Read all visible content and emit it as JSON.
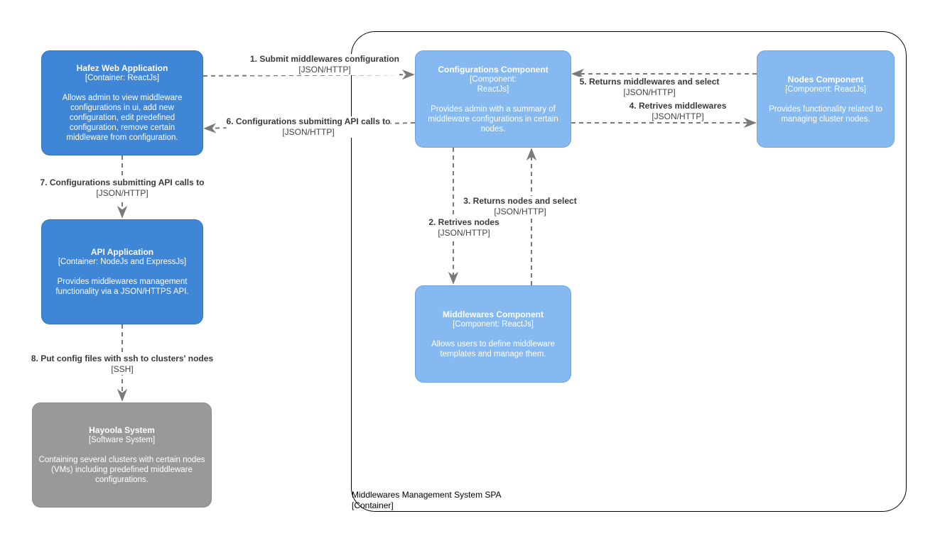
{
  "boundary": {
    "name": "Middlewares Management System SPA",
    "type": "[Container]"
  },
  "nodes": {
    "hafez": {
      "title": "Hafez Web Application",
      "type": "[Container: ReactJs]",
      "description": "Allows admin to view middleware configurations in ui, add new configuration, edit predefined configuration, remove certain middleware from configuration."
    },
    "api": {
      "title": "API Application",
      "type": "[Container: NodeJs and ExpressJs]",
      "description": "Provides middlewares management functionality via a JSON/HTTPS API."
    },
    "hayoola": {
      "title": "Hayoola System",
      "type": "[Software System]",
      "description": "Containing several clusters with certain nodes (VMs) including predefined middleware configurations."
    },
    "configurations": {
      "title": "Configurations Component",
      "type": "[Component: ReactJs]",
      "description": "Provides admin with a summary of middleware configurations in certain nodes."
    },
    "nodes_component": {
      "title": "Nodes Component",
      "type": "[Component: ReactJs]",
      "description": "Provides functionality related to managing cluster nodes."
    },
    "middlewares": {
      "title": "Middlewares Component",
      "type": "[Component: ReactJs]",
      "description": "Allows users to define middleware templates and manage them."
    }
  },
  "relations": {
    "r1": {
      "label": "1. Submit middlewares configuration",
      "protocol": "[JSON/HTTP]"
    },
    "r2": {
      "label": "2. Retrives nodes",
      "protocol": "[JSON/HTTP]"
    },
    "r3": {
      "label": "3. Returns nodes and select",
      "protocol": "[JSON/HTTP]"
    },
    "r4": {
      "label": "4. Retrives middlewares",
      "protocol": "[JSON/HTTP]"
    },
    "r5": {
      "label": "5. Returns middlewares and select",
      "protocol": "[JSON/HTTP]"
    },
    "r6": {
      "label": "6. Configurations submitting API calls to",
      "protocol": "[JSON/HTTP]"
    },
    "r7": {
      "label": "7. Configurations submitting API calls to",
      "protocol": "[JSON/HTTP]"
    },
    "r8": {
      "label": "8. Put config files with ssh to clusters' nodes",
      "protocol": "[SSH]"
    }
  },
  "colors": {
    "container": "#3f86d6",
    "component": "#85b9ef",
    "system": "#999999",
    "connector": "#7a7a7a"
  }
}
